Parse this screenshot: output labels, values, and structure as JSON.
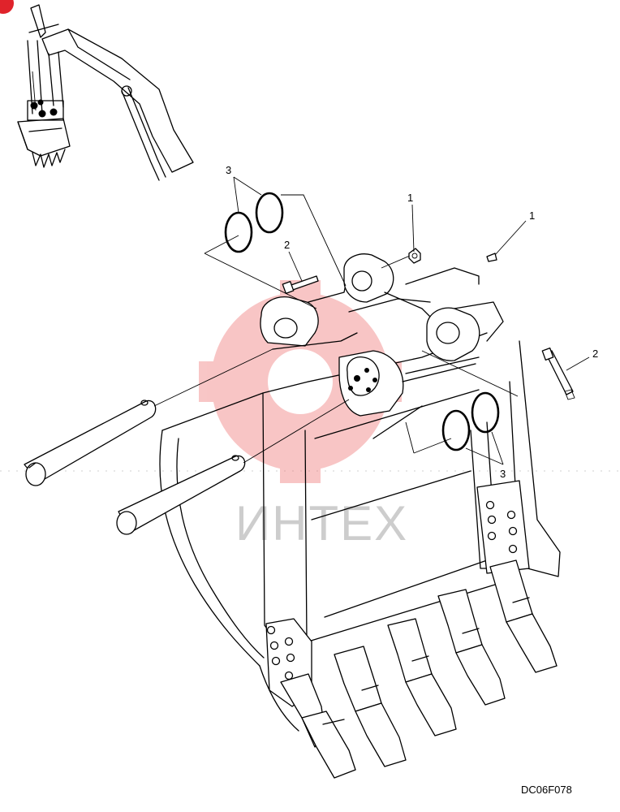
{
  "callouts": {
    "one_top": "1",
    "one_right": "1",
    "two_left": "2",
    "two_right": "2",
    "three_top": "3",
    "three_bottom": "3"
  },
  "drawing_code": "DC06F078",
  "watermark": {
    "text": "ИНТЕХ",
    "color": "#f08080"
  },
  "badge": {
    "color": "#e0232b"
  }
}
